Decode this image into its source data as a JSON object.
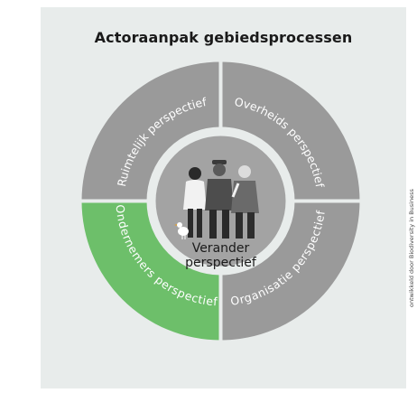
{
  "title": "Actoraanpak gebiedsprocessen",
  "segments": [
    {
      "label": "Ruimtelijk perspectief",
      "color": "#9a9a9a",
      "highlighted": false
    },
    {
      "label": "Overheids perspectief",
      "color": "#9a9a9a",
      "highlighted": false
    },
    {
      "label": "Organisatie perspectief",
      "color": "#9a9a9a",
      "highlighted": false
    },
    {
      "label": "Ondernemers perspectief",
      "color": "#6dbf6a",
      "highlighted": true
    }
  ],
  "center": {
    "line1": "Verander",
    "line2": "perspectief",
    "illustration": "people-and-chicken-illustration"
  },
  "credit": "ontwikkeld door Biodiversity in Business",
  "colors": {
    "panel": "#e8eceb",
    "segment_gray": "#9a9a9a",
    "segment_green": "#6dbf6a",
    "center_circle": "#a3a3a3",
    "label_text": "#ffffff"
  }
}
